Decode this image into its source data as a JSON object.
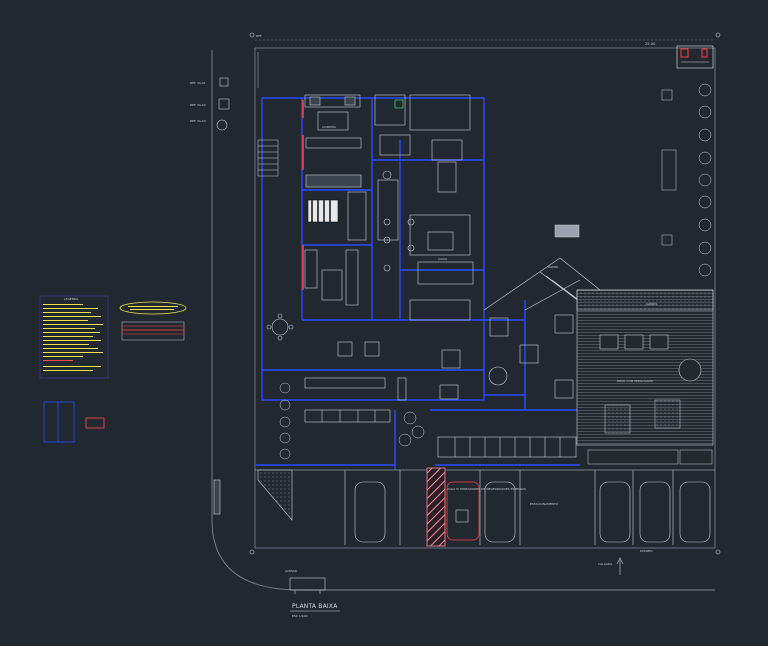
{
  "drawing": {
    "title": "PLANTA BAIXA",
    "scale": "ESC 1/100",
    "dimension_top": "25.00",
    "labels": {
      "passeio": "PASSEIO",
      "estacionamento": "ESTACIONAMENTO",
      "rampa": "RAMPA",
      "deck_pergolado": "DECK COM PERGOLADO",
      "jardim": "JARDIM",
      "cozinha": "COZINHA",
      "acesso": "ACESSO",
      "caixa": "CAIXA",
      "vaga_pcd": "VAGA P/ PORTADORES DE NECESSIDADES ESPECIAIS",
      "calcada": "CALÇADA",
      "ref_top": "REF.",
      "ref_side_1": "REF. TA-01",
      "ref_side_2": "REF. TA-02",
      "ref_side_3": "REF. TA-03"
    }
  },
  "colors": {
    "background": "#212830",
    "line": "#c9ced6",
    "wall": "#2c4bff",
    "accent_red": "#ff3b3b",
    "accent_yellow": "#f1e44a",
    "hatch_pink": "#ff8aa0",
    "frame": "#7c8794"
  },
  "legend": {
    "title": "LEGENDA"
  }
}
